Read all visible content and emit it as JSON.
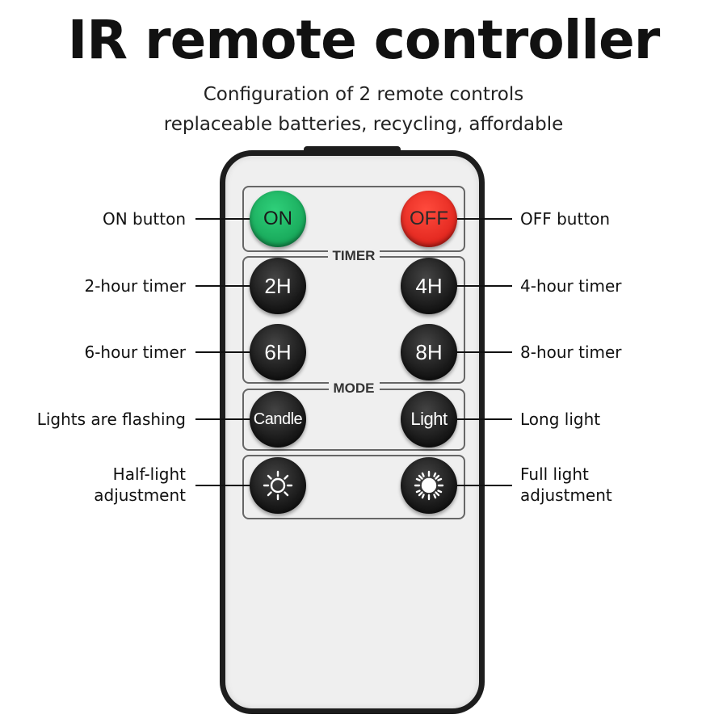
{
  "title": "IR remote controller",
  "subtitle_line1": "Configuration of 2 remote controls",
  "subtitle_line2": "replaceable batteries, recycling, affordable",
  "panels": {
    "timer_label": "TIMER",
    "mode_label": "MODE"
  },
  "buttons": {
    "on": "ON",
    "off": "OFF",
    "h2": "2H",
    "h4": "4H",
    "h6": "6H",
    "h8": "8H",
    "candle": "Candle",
    "light": "Light"
  },
  "icons": {
    "half_light": "sun-outline-icon",
    "full_light": "sun-filled-icon"
  },
  "labels": {
    "on": "ON button",
    "off": "OFF button",
    "h2": "2-hour timer",
    "h4": "4-hour timer",
    "h6": "6-hour timer",
    "h8": "8-hour timer",
    "candle": "Lights are flashing",
    "light": "Long light",
    "half_line1": "Half-light",
    "half_line2": "adjustment",
    "full_line1": "Full light",
    "full_line2": "adjustment"
  },
  "colors": {
    "on_button": "#18a85a",
    "off_button": "#e2271f",
    "dark_button": "#1a1a1a",
    "remote_body": "#efefef",
    "remote_border": "#1d1d1d"
  }
}
